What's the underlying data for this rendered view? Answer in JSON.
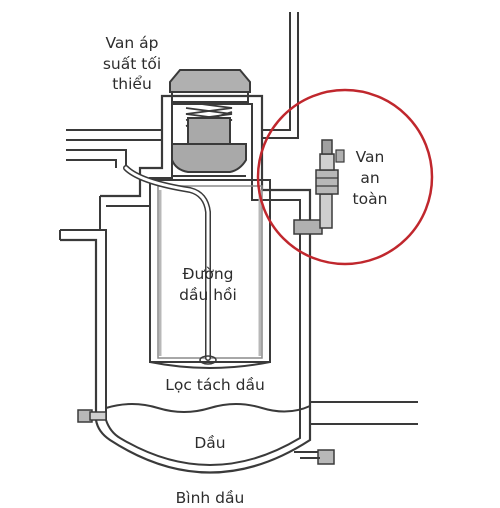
{
  "labels": {
    "min_pressure_valve": [
      "Van áp",
      "suất tối",
      "thiểu"
    ],
    "safety_valve": [
      "Van",
      "an",
      "toàn"
    ],
    "oil_return_line": [
      "Đường",
      "dầu hồi"
    ],
    "oil_filter": "Lọc tách dầu",
    "oil": "Dầu",
    "bottom_label": "Bình dầu"
  },
  "colors": {
    "line": "#3a3a3a",
    "highlight_circle": "#c0272d",
    "metal_gray": "#a9a9a9",
    "text": "#2d2d2d"
  }
}
